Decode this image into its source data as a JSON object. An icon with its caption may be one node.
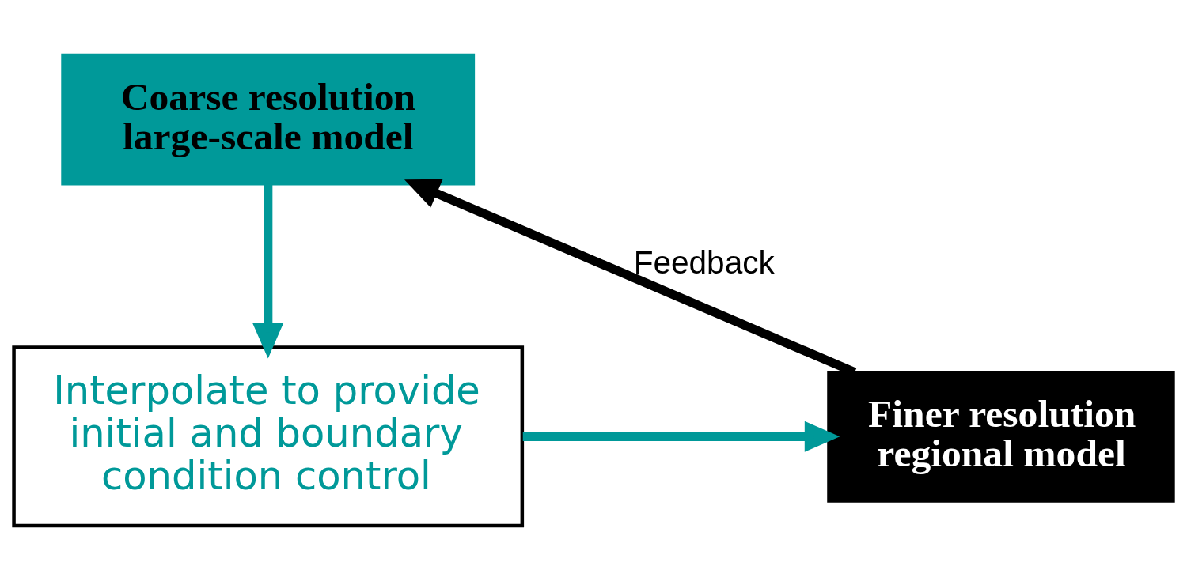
{
  "diagram": {
    "nodes": [
      {
        "text": [
          "Coarse resolution large-scale model"
        ]
      },
      {
        "text": [
          "Interpolate to provide initial and boundary condition control"
        ]
      },
      {
        "text": [
          "Finer resolution regional model"
        ]
      }
    ],
    "edges": [
      {
        "from": 0,
        "to": 1,
        "arrow": "to"
      },
      {
        "from": 1,
        "to": 2,
        "arrow": "to"
      },
      {
        "from": 2,
        "to": 0,
        "arrow": "to",
        "label": "Feedback",
        "color": "#000000"
      }
    ]
  }
}
